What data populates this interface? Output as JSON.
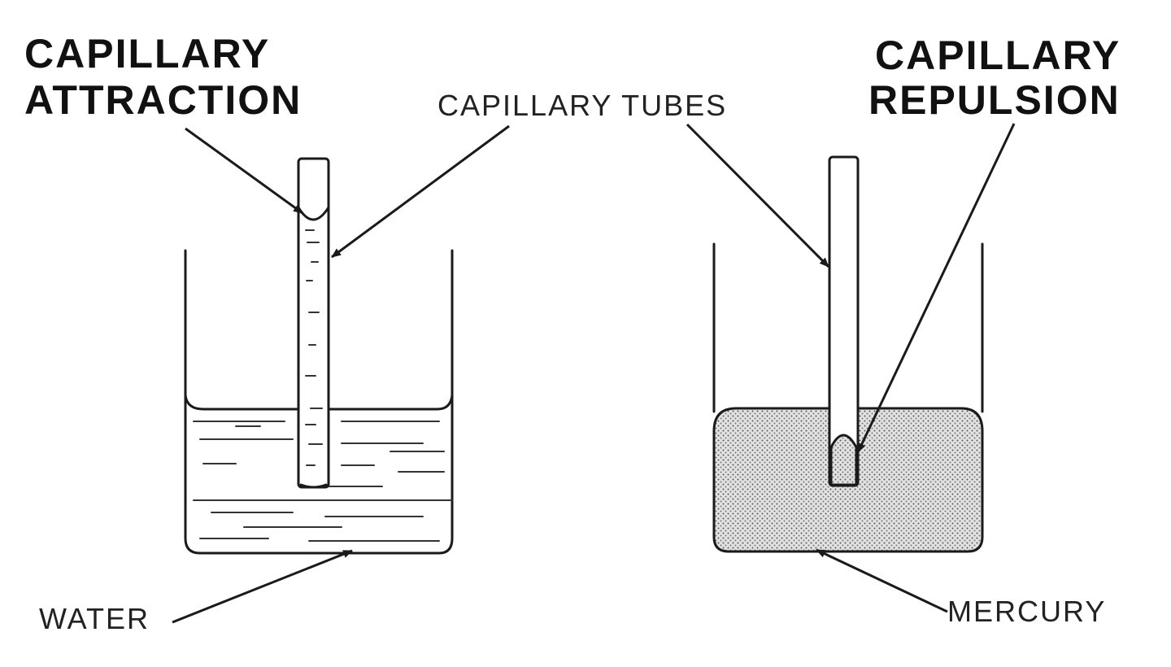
{
  "labels": {
    "attraction_line1": "CAPILLARY",
    "attraction_line2": "ATTRACTION",
    "tubes": "CAPILLARY TUBES",
    "repulsion_line1": "CAPILLARY",
    "repulsion_line2": "REPULSION",
    "water": "WATER",
    "mercury": "MERCURY"
  },
  "colors": {
    "ink": "#1a1a1a",
    "mercury_fill": "#d6d6d6"
  }
}
